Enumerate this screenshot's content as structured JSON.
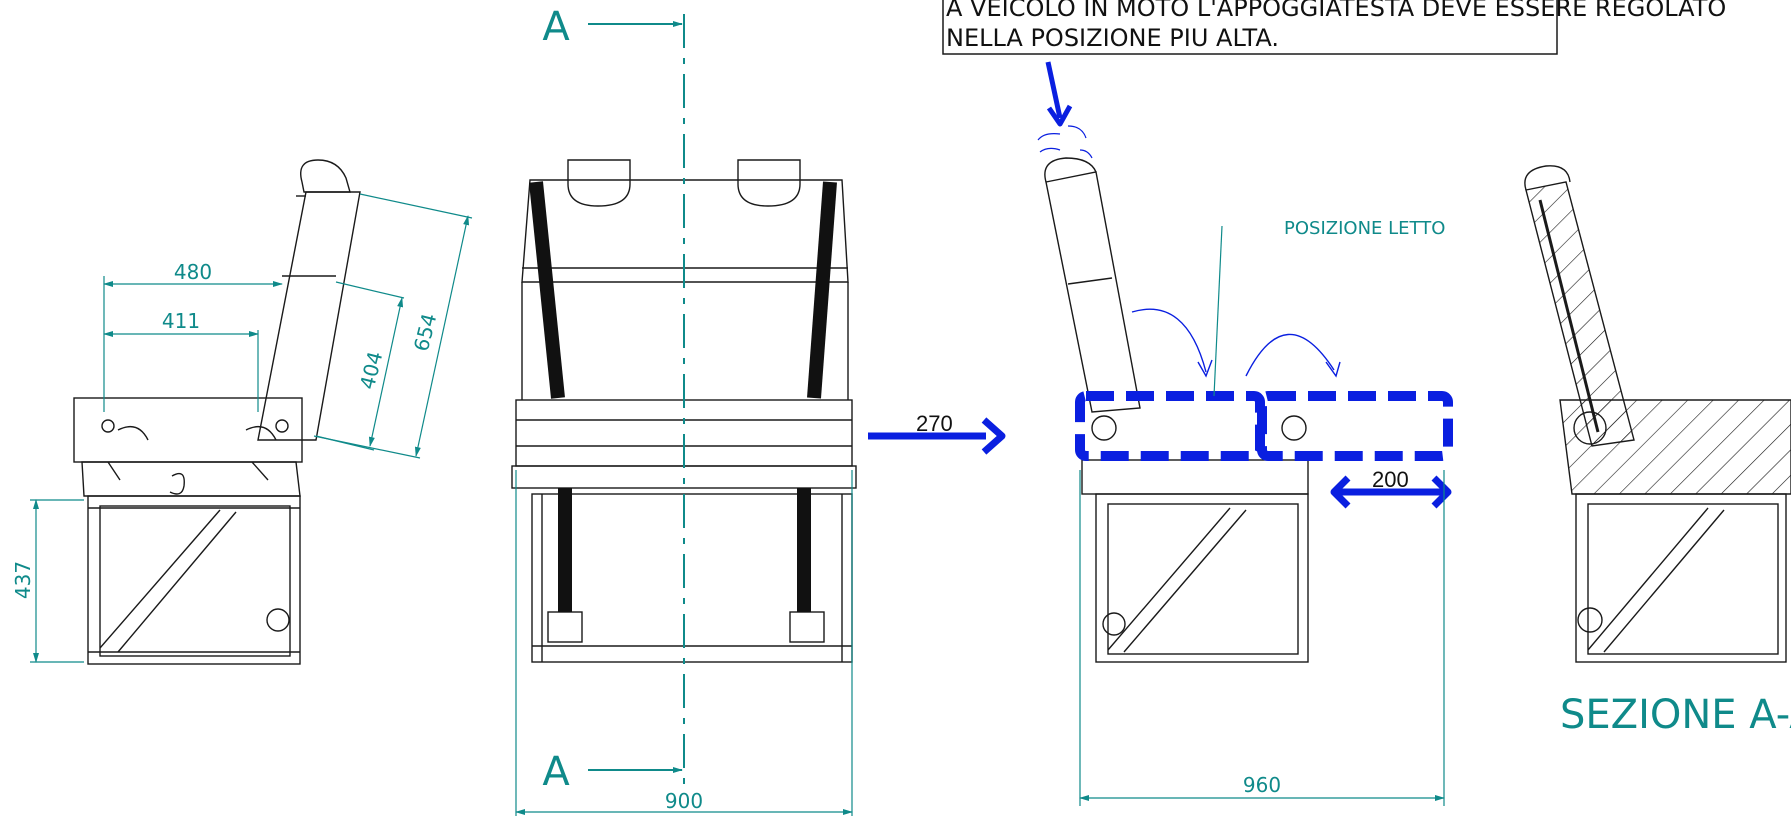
{
  "note": {
    "line1": "A VEICOLO IN MOTO L'APPOGGIATESTA DEVE ESSERE REGOLATO",
    "line2": "NELLA POSIZIONE PIU ALTA."
  },
  "section_marker_top": "A",
  "section_marker_bottom": "A",
  "section_title": "SEZIONE A-A",
  "position_label": "POSIZIONE LETTO",
  "dimensions": {
    "d480": "480",
    "d411": "411",
    "d404": "404",
    "d654": "654",
    "d437": "437",
    "d900": "900",
    "d960": "960",
    "d270": "270",
    "d200": "200"
  },
  "colors": {
    "dimension": "#0f8a8a",
    "highlight": "#0a1fe0",
    "outline": "#1a1a1a"
  }
}
